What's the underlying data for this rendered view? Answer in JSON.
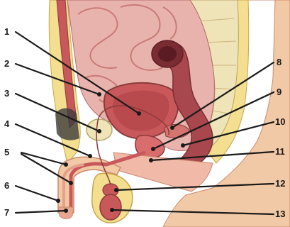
{
  "labels": [
    {
      "id": "1",
      "text": "1"
    },
    {
      "id": "2",
      "text": "2"
    },
    {
      "id": "3",
      "text": "3"
    },
    {
      "id": "4",
      "text": "4"
    },
    {
      "id": "5",
      "text": "5"
    },
    {
      "id": "6",
      "text": "6"
    },
    {
      "id": "7",
      "text": "7"
    },
    {
      "id": "8",
      "text": "8"
    },
    {
      "id": "9",
      "text": "9"
    },
    {
      "id": "10",
      "text": "10"
    },
    {
      "id": "11",
      "text": "11"
    },
    {
      "id": "12",
      "text": "12"
    },
    {
      "id": "13",
      "text": "13"
    }
  ],
  "colors": {
    "abdomen": "#e9b3ad",
    "intestine": "#d9908a",
    "skin": "#f2c9a6",
    "fat": "#f3df8f",
    "bone": "#efe3b8",
    "organ": "#c9585a",
    "rectum": "#a8474d",
    "outline": "#8a3b3b"
  }
}
